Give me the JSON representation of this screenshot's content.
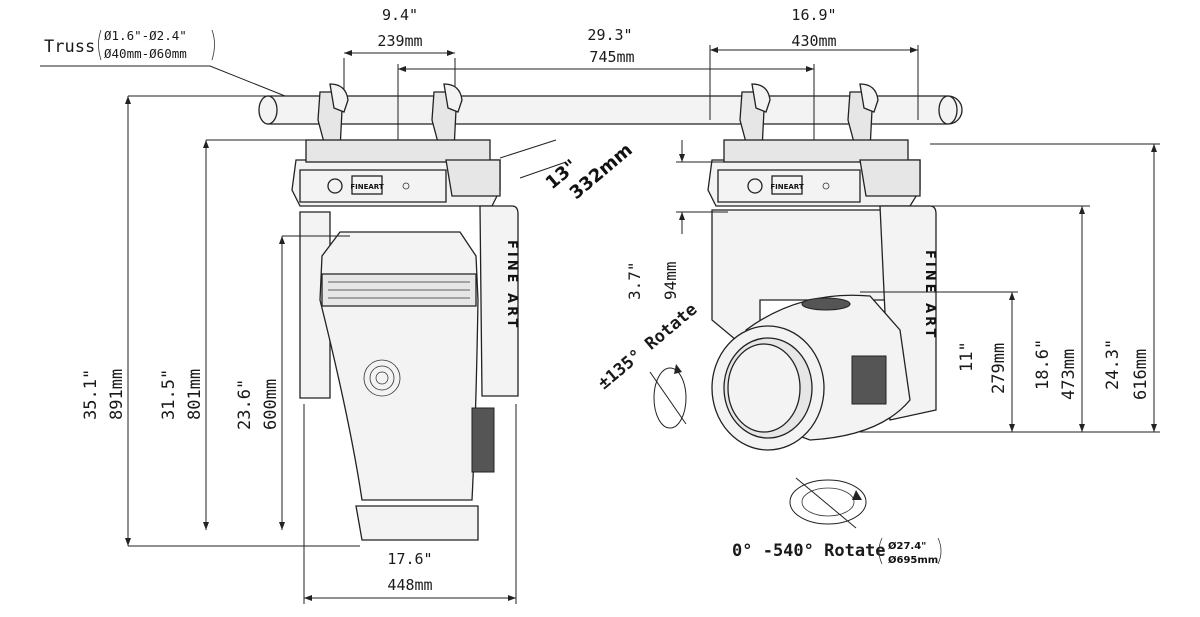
{
  "truss": {
    "label": "Truss",
    "imperial": "Ø1.6\"-Ø2.4\"",
    "metric": "Ø40mm-Ø60mm"
  },
  "top_dims": {
    "clamp_spacing_in": "9.4\"",
    "clamp_spacing_mm": "239mm",
    "overall_in": "29.3\"",
    "overall_mm": "745mm",
    "side_spacing_in": "16.9\"",
    "side_spacing_mm": "430mm"
  },
  "bracket": {
    "size_in": "13\"",
    "size_mm": "332mm",
    "brand_text": "FINEART"
  },
  "front_view": {
    "h1_in": "35.1\"",
    "h1_mm": "891mm",
    "h2_in": "31.5\"",
    "h2_mm": "801mm",
    "h3_in": "23.6\"",
    "h3_mm": "600mm",
    "width_in": "17.6\"",
    "width_mm": "448mm",
    "arm_text": "FINE ART"
  },
  "side_view": {
    "offset_in": "3.7\"",
    "offset_mm": "94mm",
    "tilt_label": "±135° Rotate",
    "h_a_in": "11\"",
    "h_a_mm": "279mm",
    "h_b_in": "18.6\"",
    "h_b_mm": "473mm",
    "h_c_in": "24.3\"",
    "h_c_mm": "616mm",
    "arm_text": "FINE ART"
  },
  "pan": {
    "label": "0° -540° Rotate",
    "swing_in": "Ø27.4\"",
    "swing_mm": "Ø695mm"
  }
}
